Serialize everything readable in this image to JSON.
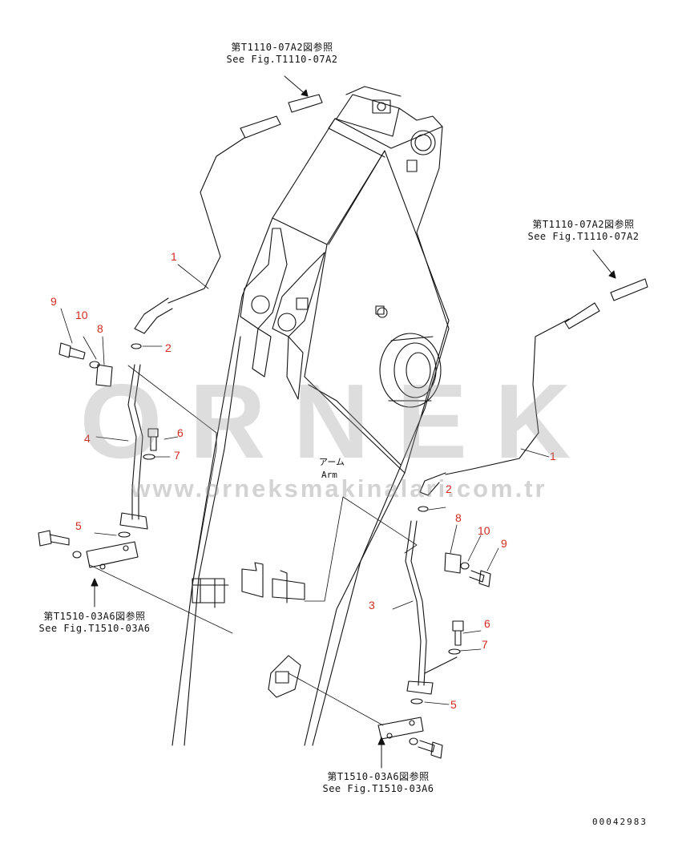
{
  "refs": {
    "top_center": {
      "jp": "第T1110-07A2図参照",
      "en": "See Fig.T1110-07A2"
    },
    "right": {
      "jp": "第T1110-07A2図参照",
      "en": "See Fig.T1110-07A2"
    },
    "left_bottom": {
      "jp": "第T1510-03A6図参照",
      "en": "See Fig.T1510-03A6"
    },
    "bottom_center": {
      "jp": "第T1510-03A6図参照",
      "en": "See Fig.T1510-03A6"
    }
  },
  "arm_label": {
    "jp": "アーム",
    "en": "Arm"
  },
  "callouts": {
    "hose_left": "1",
    "oring_left": "2",
    "pipe_right": "3",
    "pipe_left": "4",
    "oring_bottom_left": "5",
    "bolt_left": "6",
    "washer_left": "7",
    "clamp_left": "8",
    "bolt_top_left": "9",
    "washer_top_left": "10",
    "hose_right": "1",
    "oring_right": "2",
    "clamp_right": "8",
    "washer_top_right": "10",
    "bolt_top_right": "9",
    "bolt_right": "6",
    "washer_right": "7",
    "oring_bottom_right": "5"
  },
  "watermark": {
    "brand": "ORNEK",
    "url": "www.orneksmakinalari.com.tr"
  },
  "doc_id": "00042983",
  "colors": {
    "callout": "#d42a1e",
    "line": "#111111",
    "watermark": "#969696"
  }
}
